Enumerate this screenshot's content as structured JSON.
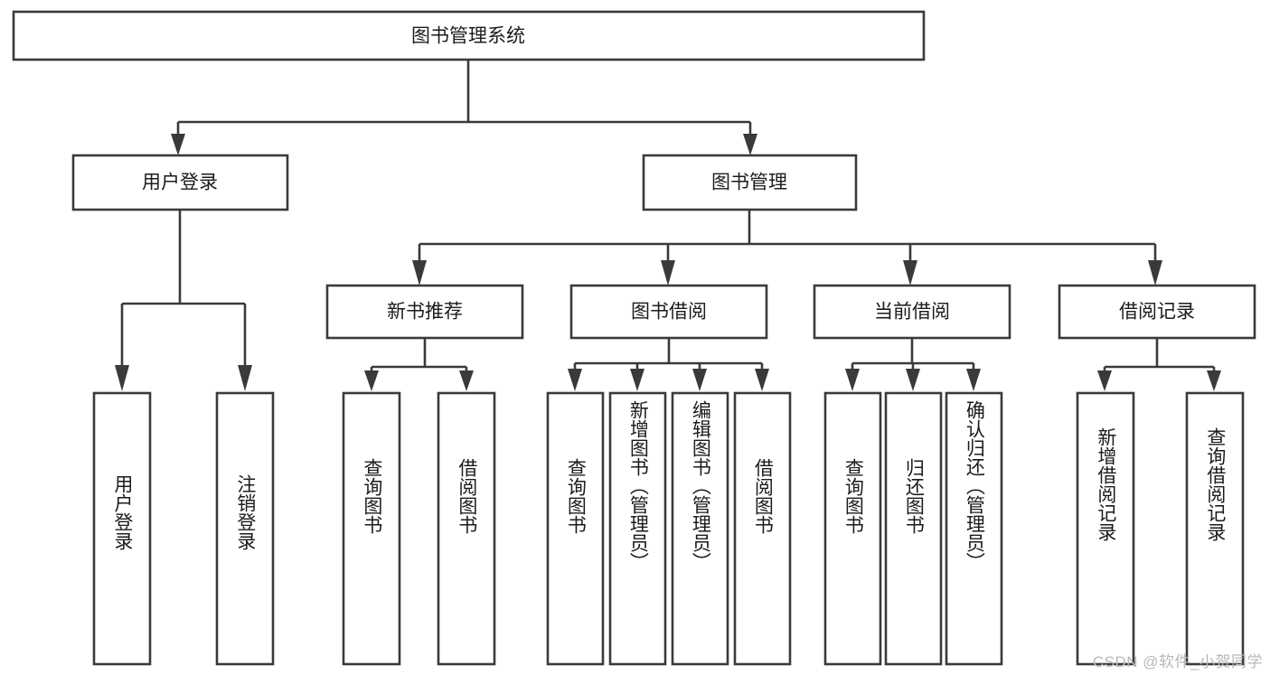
{
  "diagram": {
    "title": "图书管理系统",
    "type": "tree-hierarchy-diagram",
    "orientation": "top-down",
    "colors": {
      "box_stroke": "#3a3a3a",
      "box_fill": "#ffffff",
      "text": "#1b1b1b",
      "connector": "#3a3a3a",
      "watermark": "#b8b8b8",
      "background": "#ffffff"
    },
    "root": {
      "id": "root",
      "label": "图书管理系统",
      "orientation": "horizontal"
    },
    "level2": [
      {
        "id": "user-login",
        "label": "用户登录",
        "orientation": "horizontal"
      },
      {
        "id": "book-manage",
        "label": "图书管理",
        "orientation": "horizontal"
      }
    ],
    "level3": [
      {
        "id": "new-book-recommend",
        "label": "新书推荐",
        "orientation": "horizontal",
        "parent": "book-manage"
      },
      {
        "id": "book-borrow",
        "label": "图书借阅",
        "orientation": "horizontal",
        "parent": "book-manage"
      },
      {
        "id": "current-borrow",
        "label": "当前借阅",
        "orientation": "horizontal",
        "parent": "book-manage"
      },
      {
        "id": "borrow-record",
        "label": "借阅记录",
        "orientation": "horizontal",
        "parent": "book-manage"
      }
    ],
    "leaves": [
      {
        "id": "leaf-user-login",
        "label": "用户登录",
        "orientation": "vertical",
        "parent": "user-login"
      },
      {
        "id": "leaf-user-logout",
        "label": "注销登录",
        "orientation": "vertical",
        "parent": "user-login"
      },
      {
        "id": "leaf-query-book-1",
        "label": "查询图书",
        "orientation": "vertical",
        "parent": "new-book-recommend"
      },
      {
        "id": "leaf-borrow-book-1",
        "label": "借阅图书",
        "orientation": "vertical",
        "parent": "new-book-recommend"
      },
      {
        "id": "leaf-query-book-2",
        "label": "查询图书",
        "orientation": "vertical",
        "parent": "book-borrow"
      },
      {
        "id": "leaf-add-book",
        "label": "新增图书（管理员）",
        "orientation": "vertical",
        "parent": "book-borrow"
      },
      {
        "id": "leaf-edit-book",
        "label": "编辑图书（管理员）",
        "orientation": "vertical",
        "parent": "book-borrow"
      },
      {
        "id": "leaf-borrow-book-2",
        "label": "借阅图书",
        "orientation": "vertical",
        "parent": "book-borrow"
      },
      {
        "id": "leaf-query-book-3",
        "label": "查询图书",
        "orientation": "vertical",
        "parent": "current-borrow"
      },
      {
        "id": "leaf-return-book",
        "label": "归还图书",
        "orientation": "vertical",
        "parent": "current-borrow"
      },
      {
        "id": "leaf-confirm-return",
        "label": "确认归还（管理员）",
        "orientation": "vertical",
        "parent": "current-borrow"
      },
      {
        "id": "leaf-add-record",
        "label": "新增借阅记录",
        "orientation": "vertical",
        "parent": "borrow-record"
      },
      {
        "id": "leaf-query-record",
        "label": "查询借阅记录",
        "orientation": "vertical",
        "parent": "borrow-record"
      }
    ]
  },
  "watermark": {
    "text": "CSDN @软件_小贺同学"
  }
}
